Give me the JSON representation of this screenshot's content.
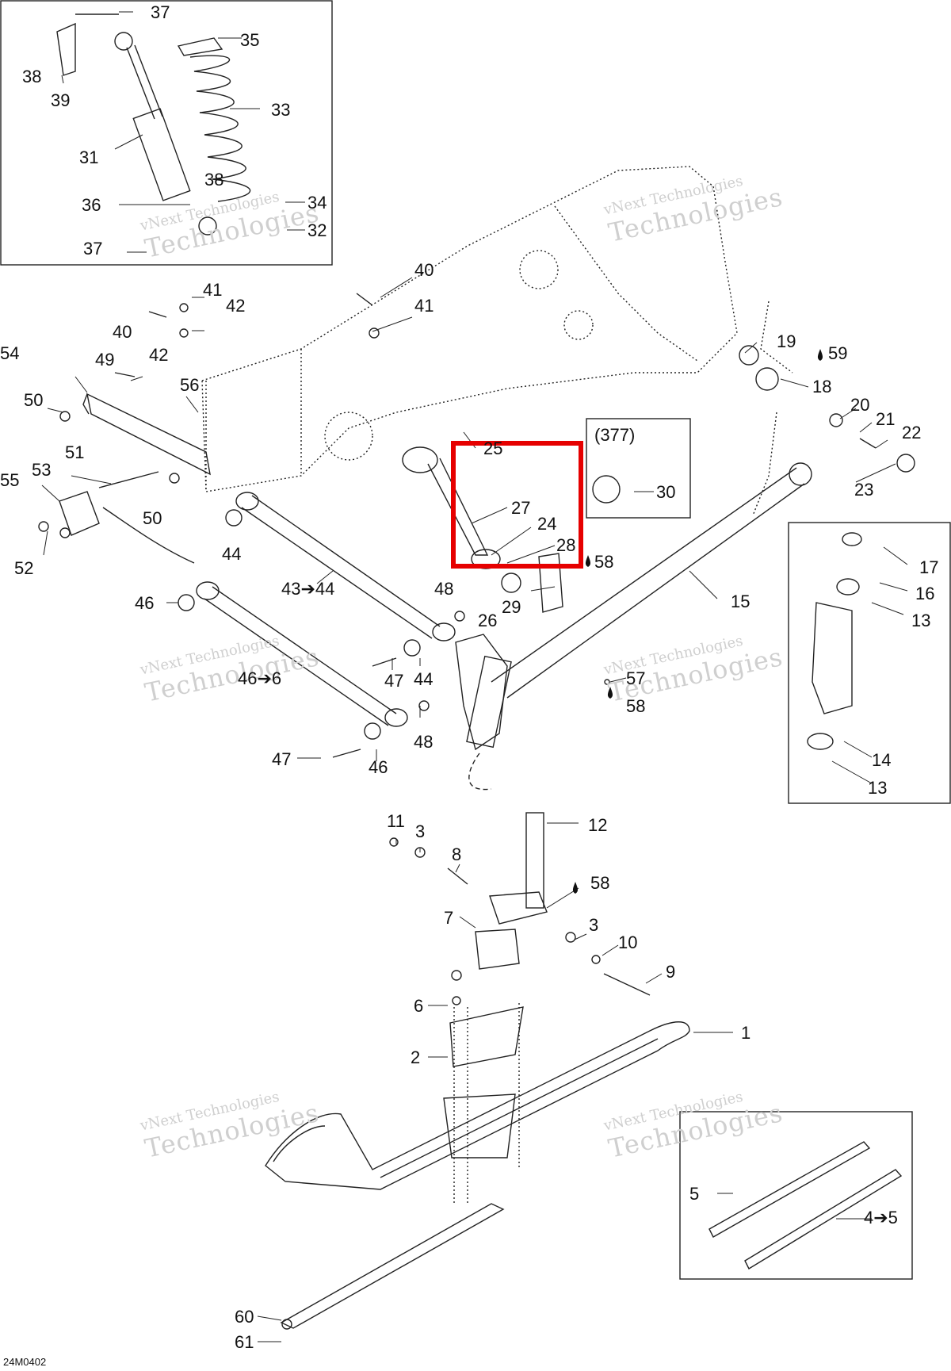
{
  "drawing_id": "24M0402",
  "watermark": {
    "line1": "vNext Technologies",
    "line2": "Technologies"
  },
  "reference_box_label": "(377)",
  "callouts": {
    "c37a": "37",
    "c35": "35",
    "c38a": "38",
    "c39": "39",
    "c33": "33",
    "c31": "31",
    "c38b": "38",
    "c36": "36",
    "c34": "34",
    "c32": "32",
    "c37b": "37",
    "c40a": "40",
    "c41a": "41",
    "c41b": "41",
    "c42a": "42",
    "c40b": "40",
    "c42b": "42",
    "c54": "54",
    "c49": "49",
    "c56": "56",
    "c50a": "50",
    "c51": "51",
    "c53": "53",
    "c55": "55",
    "c50b": "50",
    "c52": "52",
    "c44a": "44",
    "c43_44": "43➔44",
    "c46a": "46",
    "c48a": "48",
    "c26": "26",
    "c25": "25",
    "c27": "27",
    "c24": "24",
    "c28": "28",
    "c58a": "58",
    "c29": "29",
    "c30": "30",
    "c19": "19",
    "c59": "59",
    "c18": "18",
    "c20": "20",
    "c21": "21",
    "c22": "22",
    "c23": "23",
    "c15": "15",
    "c17": "17",
    "c16": "16",
    "c13a": "13",
    "c14": "14",
    "c13b": "13",
    "c47a": "47",
    "c44b": "44",
    "c48b": "48",
    "c57": "57",
    "c58b": "58",
    "c47b": "47",
    "c46b": "46",
    "c46_6": "46➔6",
    "c11": "11",
    "c3a": "3",
    "c8": "8",
    "c12": "12",
    "c58c": "58",
    "c7": "7",
    "c3b": "3",
    "c10": "10",
    "c9": "9",
    "c6": "6",
    "c2": "2",
    "c1": "1",
    "c5": "5",
    "c4_5": "4➔5",
    "c60": "60",
    "c61": "61"
  },
  "highlight_color": "#e60000",
  "line_color": "#222222"
}
